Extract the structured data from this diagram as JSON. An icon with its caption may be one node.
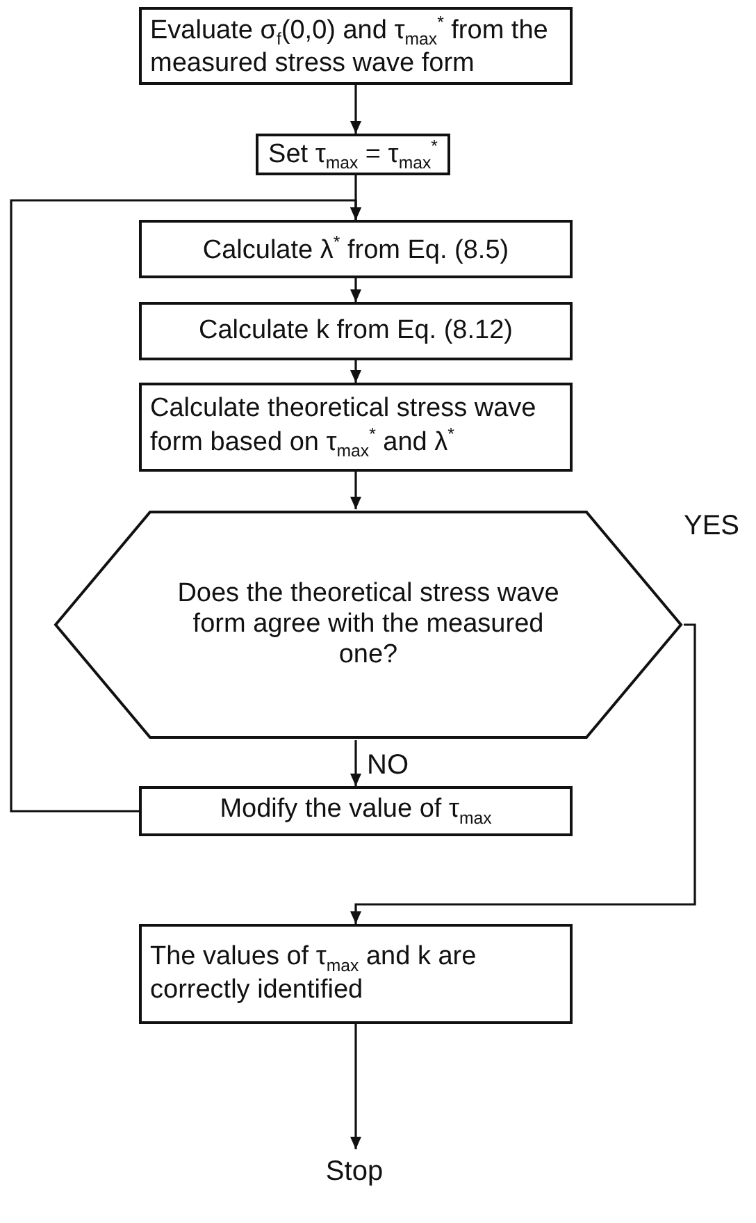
{
  "diagram": {
    "nodes": [
      {
        "text": [
          "Evaluate σ$_{f}$(0,0) and τ$_{max}$$^{*}$ from the measured stress wave form"
        ]
      },
      {
        "text": [
          "Set τ$_{max}$ = τ$_{max}$$^{*}$"
        ]
      },
      {
        "text": [
          "Calculate λ$^{*}$ from Eq. (8.5)"
        ]
      },
      {
        "text": [
          "Calculate k from Eq. (8.12)"
        ]
      },
      {
        "text": [
          "Calculate theoretical stress wave form based on τ$_{max}$$^{*}$ and λ$^{*}$"
        ]
      },
      {
        "text": [
          "Does the theoretical stress wave form agree with the measured one?"
        ]
      },
      {
        "text": [
          "Modify the value of τ$_{max}$"
        ]
      },
      {
        "text": [
          "The values of τ$_{max}$ and k are correctly identified"
        ]
      },
      {
        "text": [
          "Stop"
        ]
      }
    ],
    "edges": [
      {
        "from": 0,
        "to": 1,
        "arrow": "to"
      },
      {
        "from": 1,
        "to": 2,
        "arrow": "to"
      },
      {
        "from": 2,
        "to": 3,
        "arrow": "to"
      },
      {
        "from": 3,
        "to": 4,
        "arrow": "to"
      },
      {
        "from": 4,
        "to": 5,
        "arrow": "to"
      },
      {
        "from": 5,
        "to": 6,
        "arrow": "to",
        "label": "NO"
      },
      {
        "from": 6,
        "to": 2,
        "arrow": "to"
      },
      {
        "from": 5,
        "to": 7,
        "arrow": "to",
        "label": "YES"
      },
      {
        "from": 7,
        "to": 8,
        "arrow": "to"
      }
    ]
  }
}
